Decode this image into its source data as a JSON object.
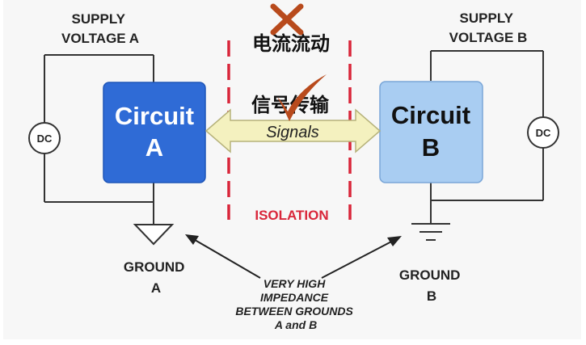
{
  "labels": {
    "supply_a": [
      "SUPPLY",
      "VOLTAGE A"
    ],
    "supply_b": [
      "SUPPLY",
      "VOLTAGE B"
    ],
    "dc": "DC",
    "circuit_a": [
      "Circuit",
      "A"
    ],
    "circuit_b": [
      "Circuit",
      "B"
    ],
    "signals": "Signals",
    "isolation": "ISOLATION",
    "ground_a": [
      "GROUND",
      "A"
    ],
    "ground_b": [
      "GROUND",
      "B"
    ],
    "impedance_note": [
      "VERY HIGH",
      "IMPEDANCE",
      "BETWEEN GROUNDS",
      "A and B"
    ],
    "cn_current": "电流流动",
    "cn_signal": "信号传输"
  },
  "colors": {
    "circuit_a_fill": "#2f6bd6",
    "circuit_b_fill": "#a9cdf2",
    "isolation_line": "#d9263a",
    "signals_arrow": "#f4f1bf",
    "cross_mark": "#b84a1c",
    "check_mark": "#b84a1c"
  },
  "icons": {
    "current_mark": "cross-icon",
    "signal_mark": "checkmark-icon"
  }
}
